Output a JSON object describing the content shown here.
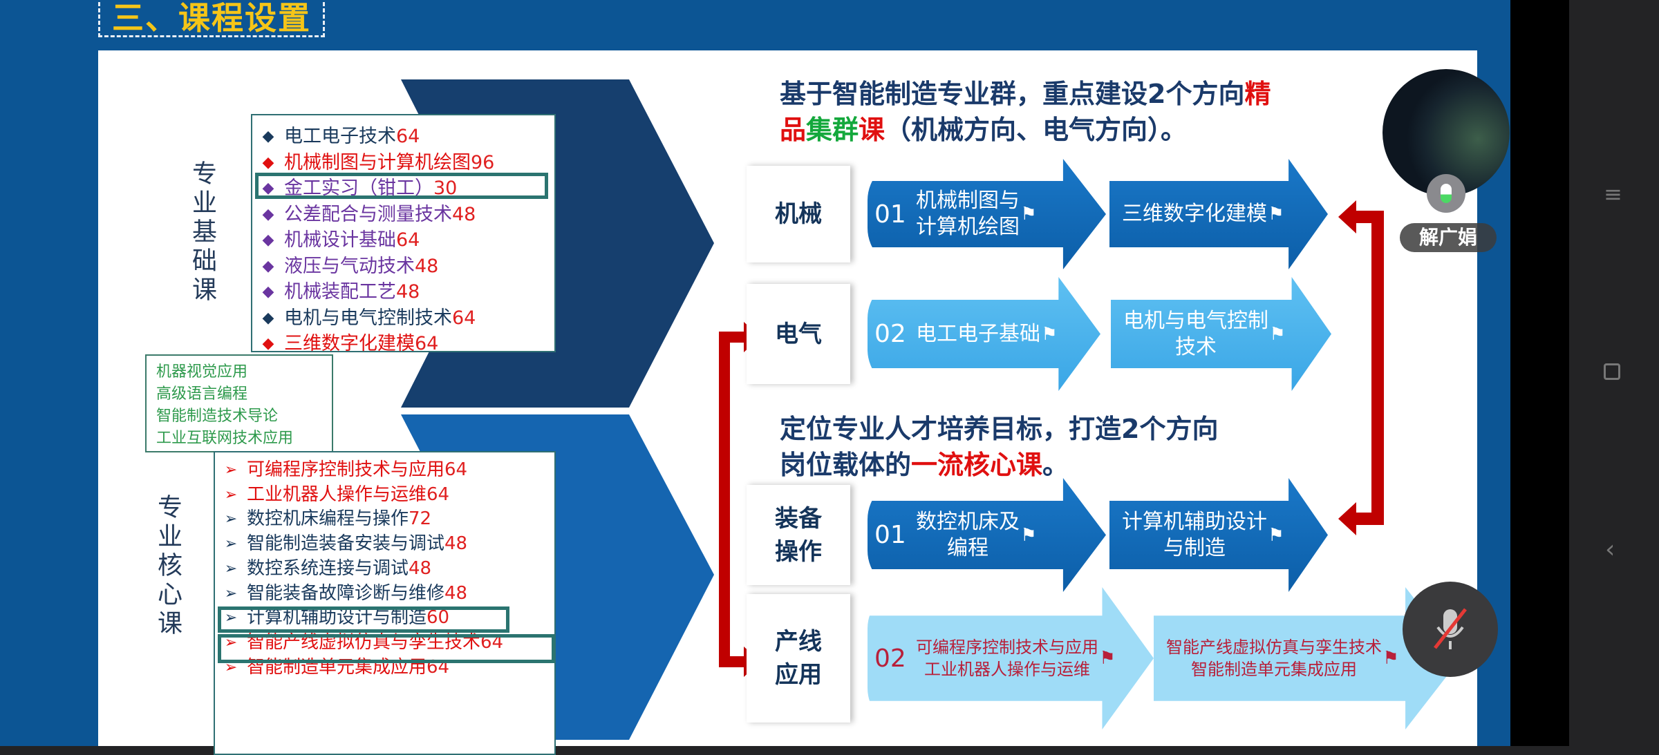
{
  "title": "三、课程设置",
  "foundation": {
    "label": "专业基础课",
    "items": [
      {
        "name": "电工电子技术 ",
        "hours": "64",
        "color": "#1a3a5c",
        "bullet": "◆"
      },
      {
        "name": "机械制图与计算机绘图",
        "hours": "96",
        "color": "#e01010",
        "bullet": "◆"
      },
      {
        "name": "金工实习（钳工）",
        "hours": "30",
        "color": "#6a35a0",
        "bullet": "◆",
        "highlight": true
      },
      {
        "name": "公差配合与测量技术",
        "hours": "48",
        "color": "#6a35a0",
        "bullet": "◆"
      },
      {
        "name": "机械设计基础",
        "hours": "64",
        "color": "#6a35a0",
        "bullet": "◆"
      },
      {
        "name": "液压与气动技术",
        "hours": "48",
        "color": "#6a35a0",
        "bullet": "◆"
      },
      {
        "name": "机械装配工艺 ",
        "hours": "48",
        "color": "#6a35a0",
        "bullet": "◆"
      },
      {
        "name": "电机与电气控制技术",
        "hours": "64",
        "color": "#1a3a5c",
        "bullet": "◆"
      },
      {
        "name": "三维数字化建模",
        "hours": "64",
        "color": "#e01010",
        "bullet": "◆"
      }
    ]
  },
  "elective": [
    "机器视觉应用",
    "高级语言编程",
    "智能制造技术导论",
    "工业互联网技术应用"
  ],
  "core": {
    "label": "专业核心课",
    "items": [
      {
        "name": "可编程序控制技术与应用",
        "hours": "64",
        "color": "#e01010"
      },
      {
        "name": "工业机器人操作与运维",
        "hours": "64",
        "color": "#e01010"
      },
      {
        "name": "数控机床编程与操作",
        "hours": "72",
        "color": "#1a3a5c"
      },
      {
        "name": "智能制造装备安装与调试",
        "hours": "48",
        "color": "#1a3a5c"
      },
      {
        "name": "数控系统连接与调试",
        "hours": "48",
        "color": "#1a3a5c"
      },
      {
        "name": "智能装备故障诊断与维修",
        "hours": "48",
        "color": "#1a3a5c"
      },
      {
        "name": "计算机辅助设计与制造",
        "hours": "60",
        "color": "#1a3a5c"
      },
      {
        "name": "智能产线虚拟仿真与孪生技术",
        "hours": "64",
        "color": "#e01010"
      },
      {
        "name": "智能制造单元集成应用",
        "hours": "64",
        "color": "#e01010"
      }
    ],
    "bullet": "➢"
  },
  "heading1": {
    "a": "基于智能制造专业群，重点建设2个方向",
    "b": "精",
    "c": "品",
    "d": "集群",
    "e": "课",
    "f": "（机械方向、电气方向）。"
  },
  "heading2": {
    "a": "定位专业人才培养目标，打造2个方向",
    "b": "岗位载体的",
    "c": "一流核心课",
    "d": "。"
  },
  "rows": [
    {
      "label": "机械",
      "num": "01",
      "a": "机械制图与\n计算机绘图",
      "b": "三维数字化建模"
    },
    {
      "label": "电气",
      "num": "02",
      "a": "电工电子基础",
      "b": "电机与电气控制\n技术"
    },
    {
      "label": "装备\n操作",
      "num": "01",
      "a": "数控机床及\n编程",
      "b": "计算机辅助设计\n与制造"
    },
    {
      "label": "产线\n应用",
      "num": "02",
      "a": "可编程序控制技术与应用\n工业机器人操作与运维",
      "b": "智能产线虚拟仿真与孪生技术\n智能制造单元集成应用"
    }
  ],
  "participant": {
    "name": "解广娟"
  },
  "colors": {
    "slide": "#0c5594",
    "red": "#c00000",
    "navy": "#14345a"
  }
}
